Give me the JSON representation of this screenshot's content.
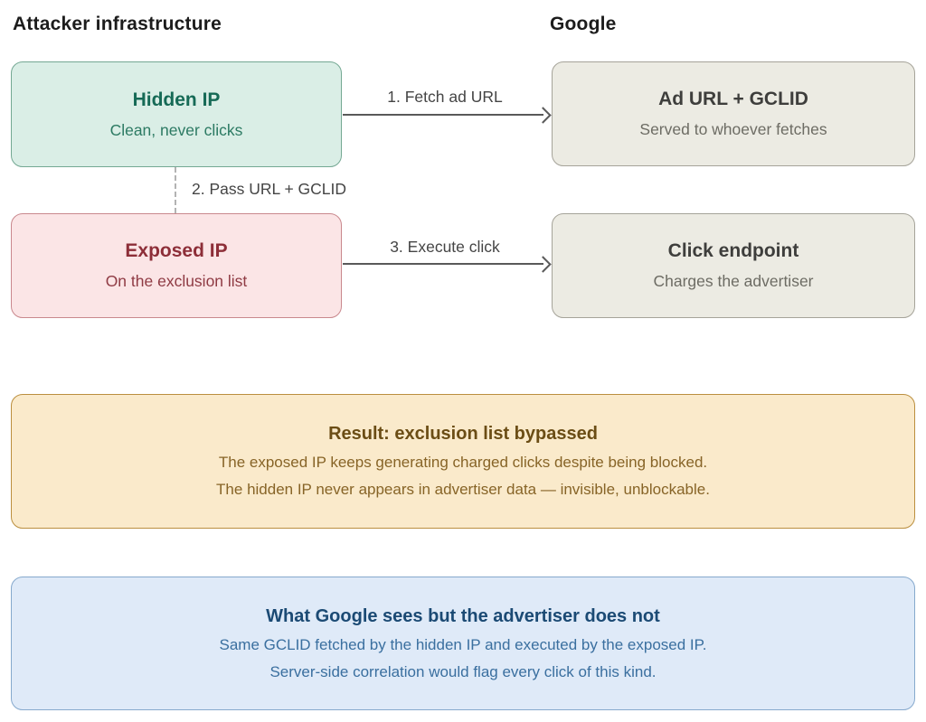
{
  "headers": {
    "left": "Attacker infrastructure",
    "right": "Google"
  },
  "diagram": {
    "hidden_ip": {
      "title": "Hidden IP",
      "subtitle": "Clean, never clicks"
    },
    "ad_url": {
      "title": "Ad URL + GCLID",
      "subtitle": "Served to whoever fetches"
    },
    "exposed_ip": {
      "title": "Exposed IP",
      "subtitle": "On the exclusion list"
    },
    "click_endpoint": {
      "title": "Click endpoint",
      "subtitle": "Charges the advertiser"
    },
    "arrows": {
      "fetch": "1. Fetch ad URL",
      "pass": "2. Pass URL + GCLID",
      "execute": "3. Execute click"
    }
  },
  "result_box": {
    "title": "Result: exclusion list bypassed",
    "line1": "The exposed IP keeps generating charged clicks despite being blocked.",
    "line2": "The hidden IP never appears in advertiser data — invisible, unblockable."
  },
  "google_box": {
    "title": "What Google sees but the advertiser does not",
    "line1": "Same GCLID fetched by the hidden IP and executed by the exposed IP.",
    "line2": "Server-side correlation would flag every click of this kind."
  },
  "colors": {
    "hidden_ip_fill": "#daeee6",
    "hidden_ip_border": "#74a893",
    "hidden_ip_text": "#166a56",
    "exposed_ip_fill": "#fbe5e6",
    "exposed_ip_border": "#c9888d",
    "exposed_ip_text": "#8d2e38",
    "google_node_fill": "#ecebe3",
    "google_node_border": "#a5a399",
    "result_fill": "#faeacb",
    "result_border": "#bb8f3f",
    "result_text": "#6b4d15",
    "correlation_fill": "#dfeaf8",
    "correlation_border": "#86a9cd",
    "correlation_text": "#1b4a74",
    "arrow": "#5a5a5a"
  }
}
